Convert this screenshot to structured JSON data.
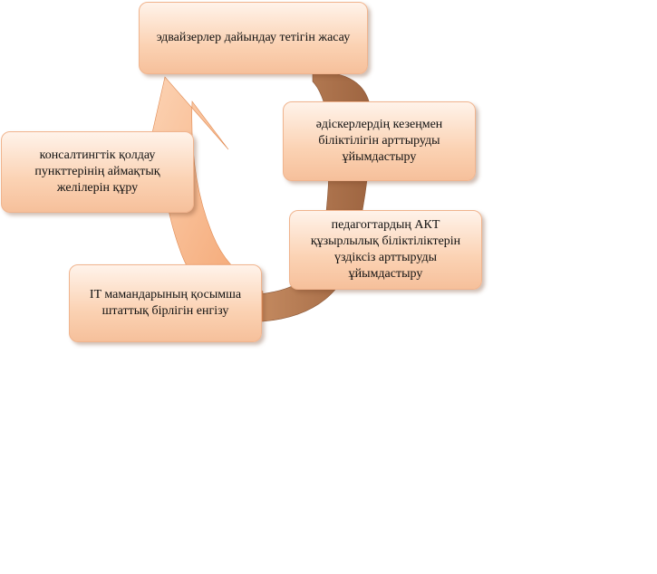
{
  "diagram": {
    "colors": {
      "arrow_light": "#f8b88a",
      "arrow_mid": "#f3a06a",
      "arrow_dark": "#a9704a",
      "box_top": "#fff3ea",
      "box_bottom": "#f6c09b",
      "box_border": "#f0b48e"
    },
    "steps": [
      {
        "text": "эдвайзерлер дайындау тетігін жасау"
      },
      {
        "text": "әдіскерлердің кезеңмен біліктілігін арттыруды ұйымдастыру"
      },
      {
        "text": "педагогтардың АКТ құзырлылық біліктіліктерін үздіксіз арттыруды ұйымдастыру"
      },
      {
        "text": "IT мамандарының қосымша штаттық бірлігін енгізу"
      },
      {
        "text": "консалтингтік қолдау пункттерінің аймақтық желілерін құру"
      }
    ]
  }
}
